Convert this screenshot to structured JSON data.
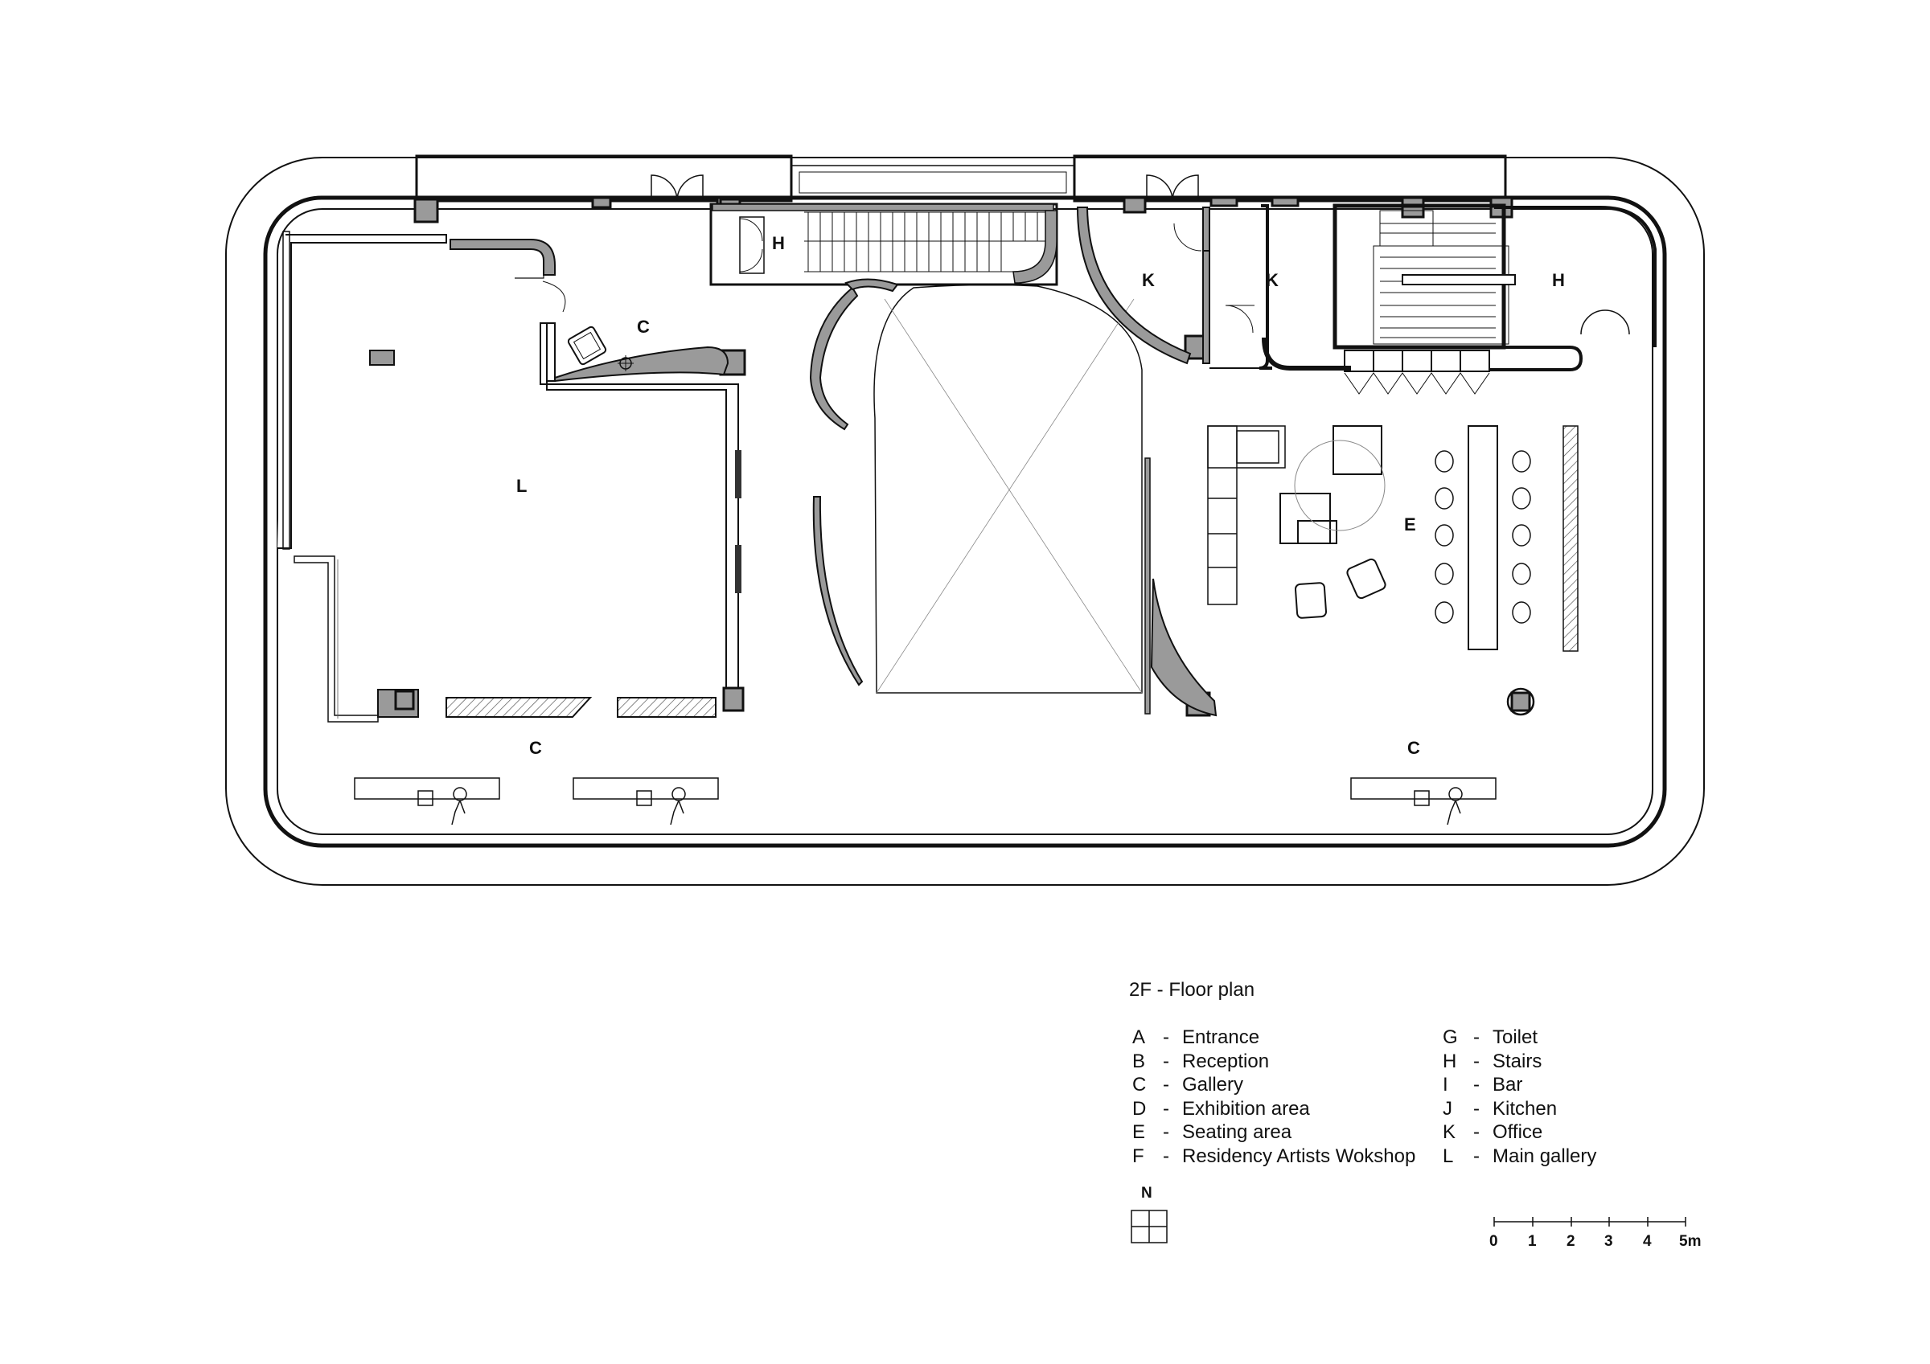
{
  "title": "2F - Floor  plan",
  "room_labels": {
    "L": "L",
    "C_upper": "C",
    "C_left": "C",
    "C_right": "C",
    "H_left": "H",
    "H_right": "H",
    "K_left": "K",
    "K_right": "K",
    "E": "E"
  },
  "legend_left": [
    {
      "key": "A",
      "desc": "Entrance"
    },
    {
      "key": "B",
      "desc": "Reception"
    },
    {
      "key": "C",
      "desc": "Gallery"
    },
    {
      "key": "D",
      "desc": "Exhibition area"
    },
    {
      "key": "E",
      "desc": "Seating area"
    },
    {
      "key": "F",
      "desc": "Residency Artists Wokshop"
    }
  ],
  "legend_right": [
    {
      "key": "G",
      "desc": "Toilet"
    },
    {
      "key": "H",
      "desc": "Stairs"
    },
    {
      "key": "I",
      "desc": "Bar"
    },
    {
      "key": "J",
      "desc": "Kitchen"
    },
    {
      "key": "K",
      "desc": "Office"
    },
    {
      "key": "L",
      "desc": "Main gallery"
    }
  ],
  "dash": "-",
  "north": "N",
  "scale": {
    "ticks": [
      "0",
      "1",
      "2",
      "3",
      "4",
      "5m"
    ]
  },
  "colors": {
    "line": "#111111",
    "wall_fill": "#9a9a9a",
    "hatch": "#555555"
  }
}
